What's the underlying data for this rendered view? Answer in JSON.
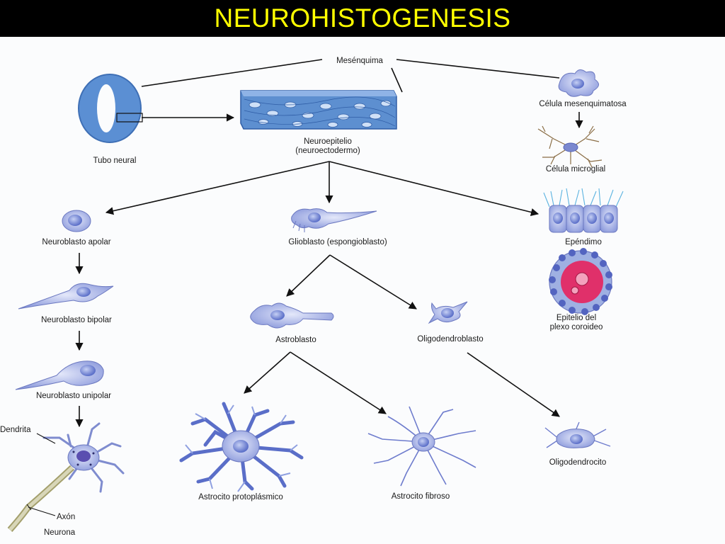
{
  "title": "NEUROHISTOGENESIS",
  "colors": {
    "title_bg": "#000000",
    "title_text": "#ffff00",
    "cell_fill": "#a9b4e6",
    "cell_nucleus": "#6f82d6",
    "tube_fill": "#5b8fd3",
    "plexus_red": "#e0306a"
  },
  "labels": {
    "mesenquima": "Mesénquima",
    "tubo_neural": "Tubo neural",
    "neuroepitelio_1": "Neuroepitelio",
    "neuroepitelio_2": "(neuroectodermo)",
    "celula_mesenquimatosa": "Célula mesenquimatosa",
    "celula_microglial": "Célula microglial",
    "neuroblasto_apolar": "Neuroblasto apolar",
    "glioblasto": "Glioblasto (espongioblasto)",
    "ependimo": "Epéndimo",
    "plexo_1": "Epitelio del",
    "plexo_2": "plexo coroideo",
    "neuroblasto_bipolar": "Neuroblasto bipolar",
    "astroblasto": "Astroblasto",
    "oligodendroblasto": "Oligodendroblasto",
    "neuroblasto_unipolar": "Neuroblasto unipolar",
    "dendrita": "Dendrita",
    "axon": "Axón",
    "neurona": "Neurona",
    "astrocito_protoplasmico": "Astrocito protoplásmico",
    "astrocito_fibroso": "Astrocito fibroso",
    "oligodendrocito": "Oligodendrocito"
  }
}
